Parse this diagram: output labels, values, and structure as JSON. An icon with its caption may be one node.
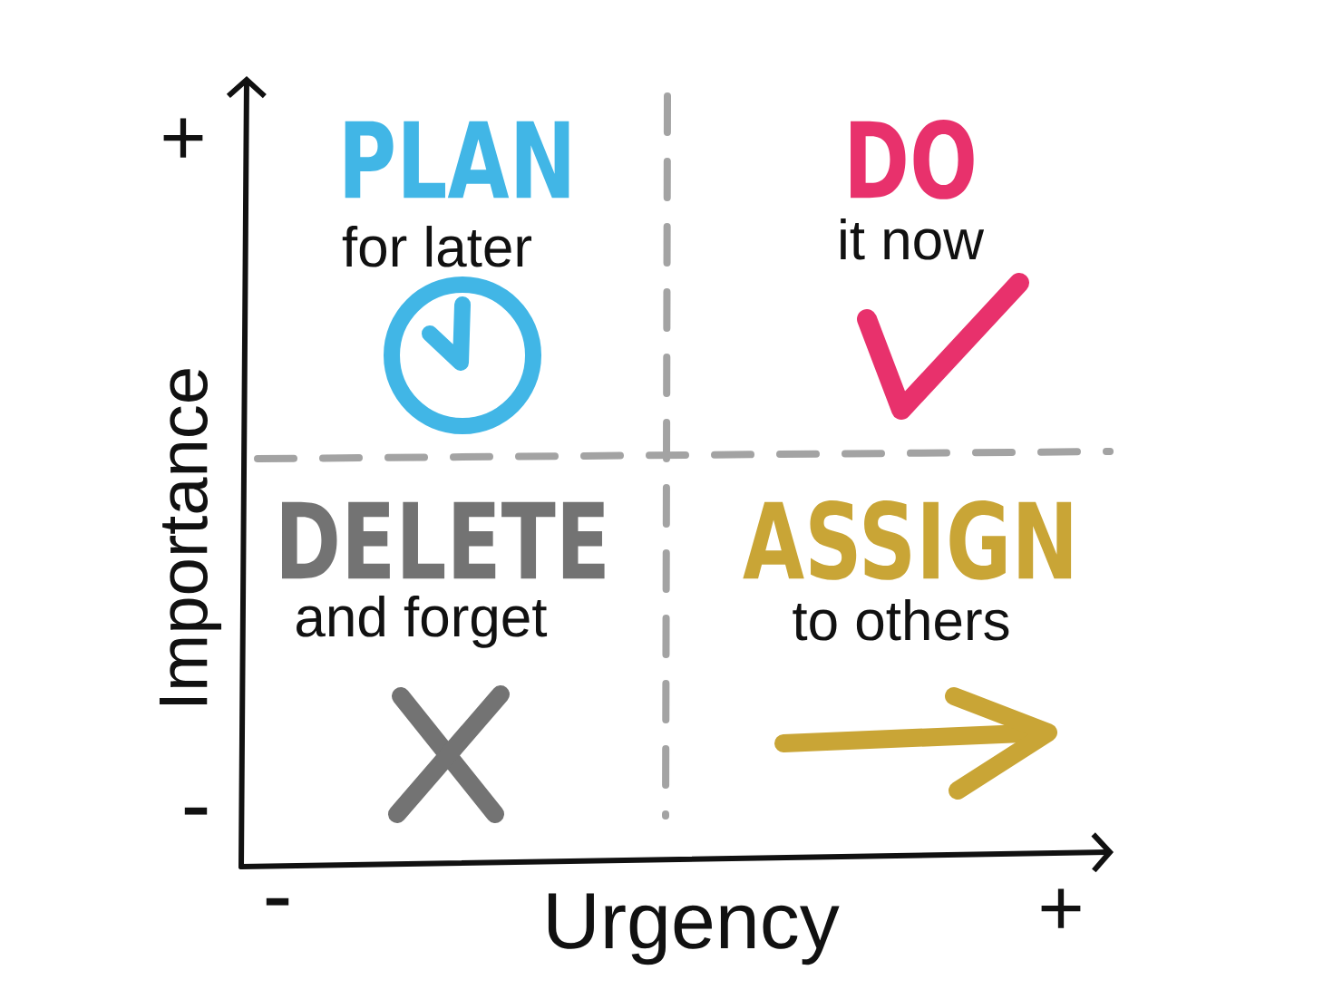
{
  "diagram": {
    "labels": [
      "+",
      "PLAN",
      "for later",
      "DO",
      "it now",
      "Importance",
      "DELETE",
      "and forget",
      "ASSIGN",
      "to others",
      "-",
      "-",
      "Urgency",
      "+"
    ]
  }
}
